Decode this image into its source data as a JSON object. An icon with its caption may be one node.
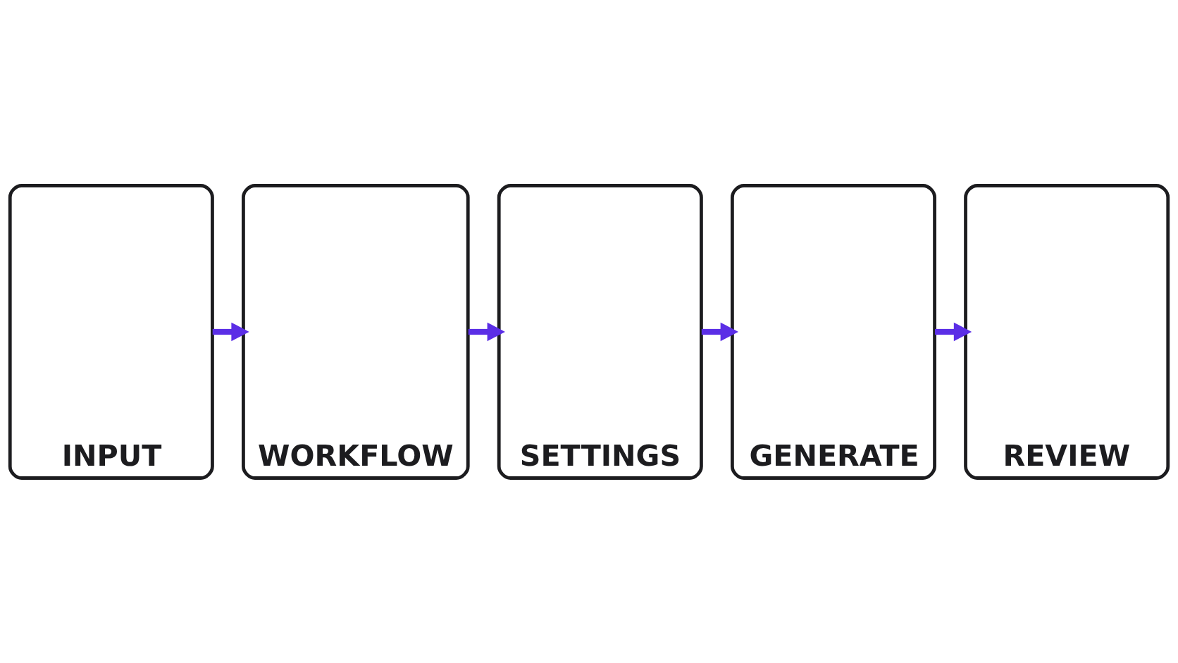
{
  "diagram": {
    "nodes": [
      {
        "text": [
          "INPUT"
        ]
      },
      {
        "text": [
          "WORKFLOW"
        ]
      },
      {
        "text": [
          "SETTINGS"
        ]
      },
      {
        "text": [
          "GENERATE"
        ]
      },
      {
        "text": [
          "REVIEW"
        ]
      }
    ],
    "edges": [
      {
        "from": 0,
        "to": 1,
        "arrow": "to"
      },
      {
        "from": 1,
        "to": 2,
        "arrow": "to"
      },
      {
        "from": 2,
        "to": 3,
        "arrow": "to"
      },
      {
        "from": 3,
        "to": 4,
        "arrow": "to"
      }
    ]
  }
}
